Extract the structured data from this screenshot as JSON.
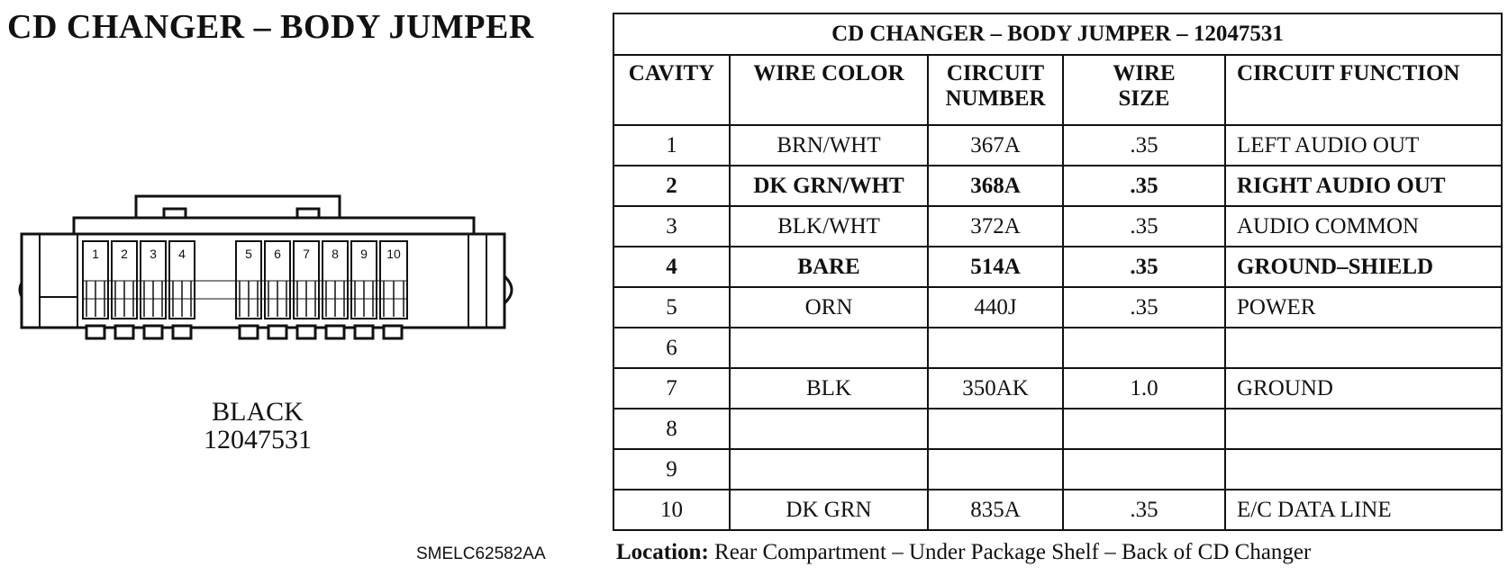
{
  "title": "CD  CHANGER –  BODY JUMPER",
  "connector": {
    "color": "BLACK",
    "part_number": "12047531",
    "pins": [
      "1",
      "2",
      "3",
      "4",
      "5",
      "6",
      "7",
      "8",
      "9",
      "10"
    ]
  },
  "image_code": "SMELC62582AA",
  "table": {
    "title": "CD CHANGER – BODY JUMPER  – 12047531",
    "headers": {
      "cavity": "CAVITY",
      "wire_color": "WIRE COLOR",
      "circuit_number_l1": "CIRCUIT",
      "circuit_number_l2": "NUMBER",
      "wire_size_l1": "WIRE",
      "wire_size_l2": "SIZE",
      "circuit_function": "CIRCUIT FUNCTION"
    },
    "rows": [
      {
        "cavity": "1",
        "wire_color": "BRN/WHT",
        "circuit_number": "367A",
        "wire_size": ".35",
        "function": "LEFT AUDIO OUT"
      },
      {
        "cavity": "2",
        "wire_color": "DK GRN/WHT",
        "circuit_number": "368A",
        "wire_size": ".35",
        "function": "RIGHT AUDIO OUT"
      },
      {
        "cavity": "3",
        "wire_color": "BLK/WHT",
        "circuit_number": "372A",
        "wire_size": ".35",
        "function": "AUDIO COMMON"
      },
      {
        "cavity": "4",
        "wire_color": "BARE",
        "circuit_number": "514A",
        "wire_size": ".35",
        "function": "GROUND–SHIELD"
      },
      {
        "cavity": "5",
        "wire_color": "ORN",
        "circuit_number": "440J",
        "wire_size": ".35",
        "function": "POWER"
      },
      {
        "cavity": "6",
        "wire_color": "",
        "circuit_number": "",
        "wire_size": "",
        "function": ""
      },
      {
        "cavity": "7",
        "wire_color": "BLK",
        "circuit_number": "350AK",
        "wire_size": "1.0",
        "function": "GROUND"
      },
      {
        "cavity": "8",
        "wire_color": "",
        "circuit_number": "",
        "wire_size": "",
        "function": ""
      },
      {
        "cavity": "9",
        "wire_color": "",
        "circuit_number": "",
        "wire_size": "",
        "function": ""
      },
      {
        "cavity": "10",
        "wire_color": "DK GRN",
        "circuit_number": "835A",
        "wire_size": ".35",
        "function": "E/C DATA LINE"
      }
    ]
  },
  "location": {
    "label": "Location:",
    "text": "Rear Compartment  –  Under Package Shelf  –  Back of CD Changer"
  }
}
